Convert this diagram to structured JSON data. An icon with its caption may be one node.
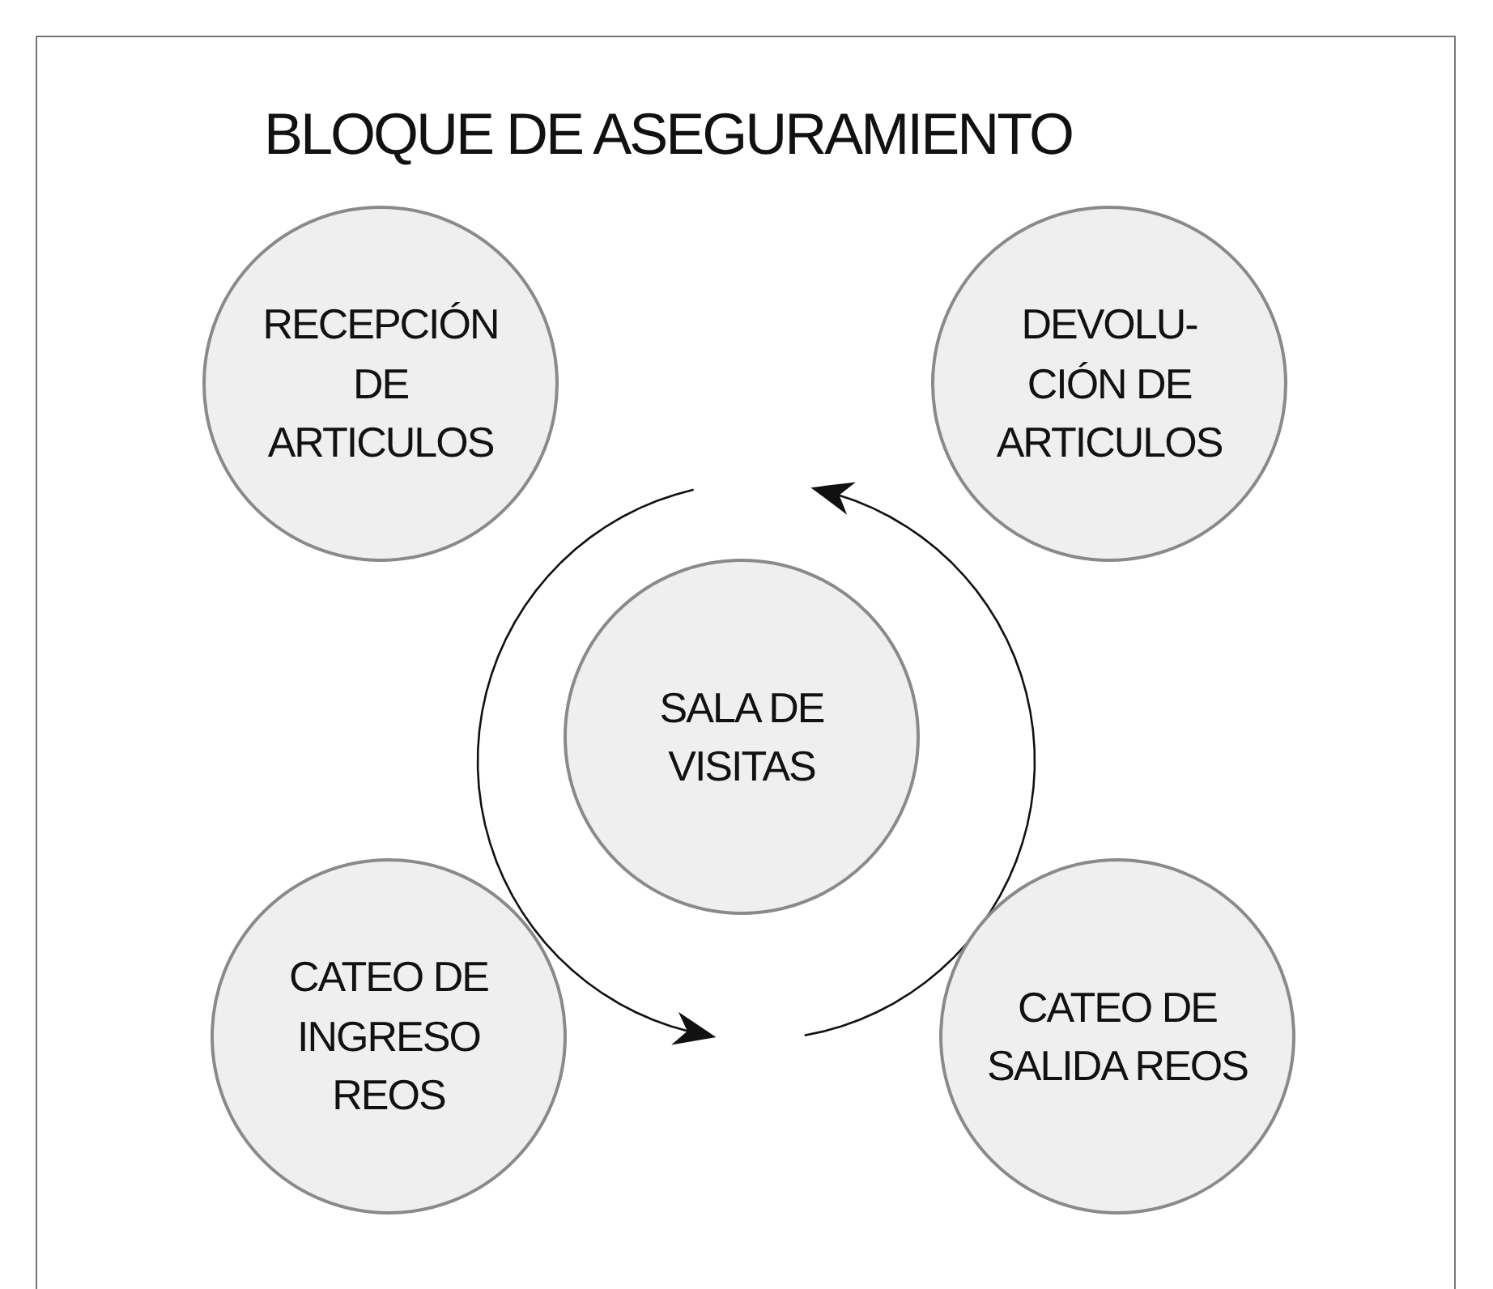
{
  "diagram": {
    "title": "BLOQUE DE ASEGURAMIENTO",
    "nodes": [
      {
        "text": [
          "RECEPCIÓN DE ARTICULOS"
        ]
      },
      {
        "text": [
          "DEVOLU- CIÓN DE ARTICULOS"
        ]
      },
      {
        "text": [
          "SALA DE VISITAS"
        ]
      },
      {
        "text": [
          "CATEO DE INGRESO REOS"
        ]
      },
      {
        "text": [
          "CATEO DE SALIDA REOS"
        ]
      }
    ]
  }
}
